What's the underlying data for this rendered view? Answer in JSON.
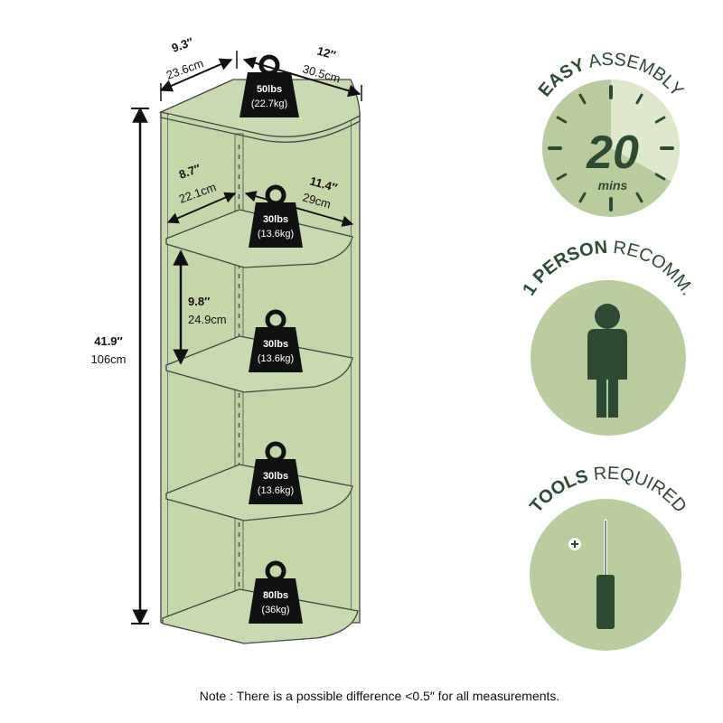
{
  "top_dims": {
    "depth_in": "9.3″",
    "depth_cm": "23.6cm",
    "width_in": "12″",
    "width_cm": "30.5cm",
    "weight_lbs": "50lbs",
    "weight_kg": "(22.7kg)"
  },
  "height_dims": {
    "in": "41.9″",
    "cm": "106cm"
  },
  "shelf_dims": {
    "depth_in": "8.7″",
    "depth_cm": "22.1cm",
    "width_in": "11.4″",
    "width_cm": "29cm"
  },
  "spacing_dims": {
    "in": "9.8″",
    "cm": "24.9cm"
  },
  "shelf_weights": [
    {
      "lbs": "30lbs",
      "kg": "(13.6kg)"
    },
    {
      "lbs": "30lbs",
      "kg": "(13.6kg)"
    },
    {
      "lbs": "30lbs",
      "kg": "(13.6kg)"
    },
    {
      "lbs": "80lbs",
      "kg": "(36kg)"
    }
  ],
  "badges": {
    "assembly": {
      "bold": "EASY",
      "rest": " ASSEMBLY",
      "number": "20",
      "unit": "mins",
      "fill_fraction": 0.33
    },
    "person": {
      "bold": "1 PERSON",
      "rest": " RECOMM."
    },
    "tools": {
      "bold": "TOOLS",
      "rest": " REQUIRED"
    }
  },
  "note": "Note : There is a possible difference <0.5″ for all measurements.",
  "colors": {
    "shelf_fill": "#c9d9b0",
    "shelf_stroke": "#444444",
    "dark_green": "#2f4a33",
    "badge_green": "#b8cc9d",
    "badge_light": "#dde8cc",
    "weight_black": "#111111"
  }
}
